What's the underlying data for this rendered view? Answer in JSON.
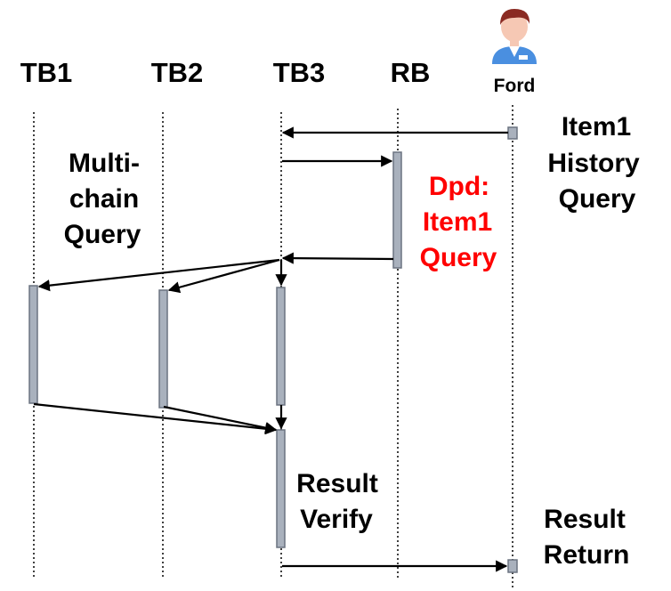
{
  "lanes": {
    "tb1": "TB1",
    "tb2": "TB2",
    "tb3": "TB3",
    "rb": "RB",
    "ford": "Ford"
  },
  "notes": {
    "item1_history_query": [
      "Item1",
      "History",
      "Query"
    ],
    "multichain_query": [
      "Multi-",
      "chain",
      "Query"
    ],
    "dpd_item1_query": [
      "Dpd:",
      "Item1",
      "Query"
    ],
    "result_verify": [
      "Result",
      "Verify"
    ],
    "result_return": [
      "Result",
      "Return"
    ]
  },
  "colors": {
    "activation_fill": "#a9b1bd",
    "activation_stroke": "#6b7380",
    "dpd_text": "#ff0000",
    "user_shirt": "#4a8fe0",
    "user_hair": "#8a2a22",
    "user_skin": "#f6c8b4"
  },
  "icons": {
    "user": "person-icon"
  }
}
